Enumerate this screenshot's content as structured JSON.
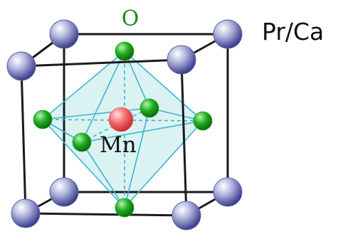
{
  "labels": {
    "oxygen": "O",
    "manganese": "Mn",
    "a_site": "Pr/Ca"
  },
  "colors": {
    "cube_edge": "#1a1a1a",
    "octahedron_edge": "#3fb5cf",
    "octahedron_fill": "#bfe8e8",
    "pr_ca_atom": "#5a5fa8",
    "oxygen_atom": "#1aa81a",
    "manganese_atom": "#f06a6a",
    "oxygen_label": "#1e8a1e"
  }
}
